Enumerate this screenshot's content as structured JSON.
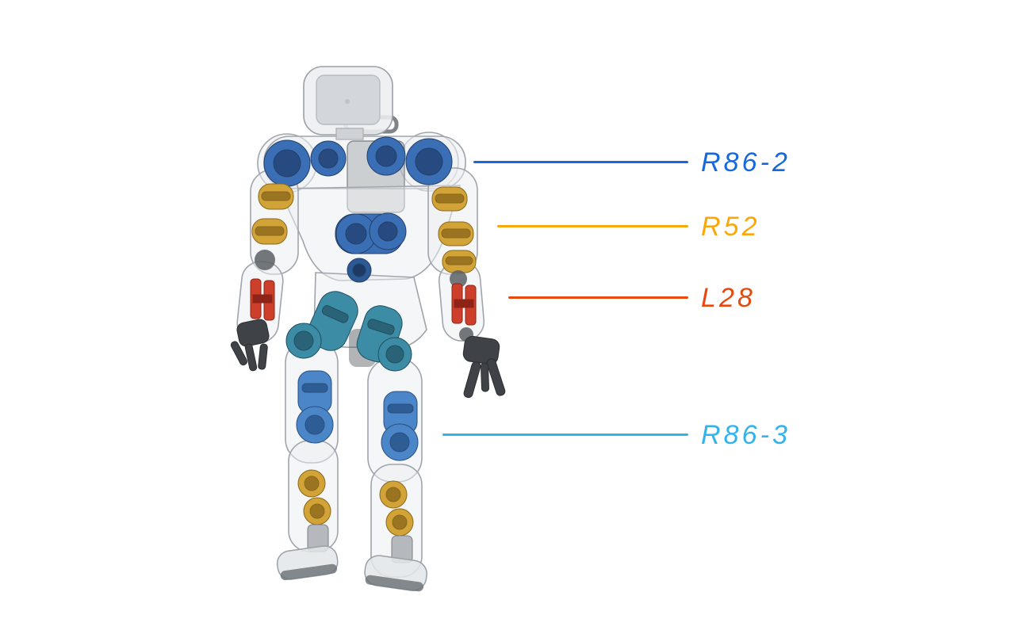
{
  "figure": {
    "background": "#ffffff",
    "illustration": {
      "name": "humanoid-robot-transparent-rear-view"
    }
  },
  "palette": {
    "blue_actuator": "#3a6fb5",
    "blue_actuator_dark": "#274b80",
    "knee_blue": "#4a86c8",
    "gold_actuator": "#d2a437",
    "gold_actuator_dark": "#9a7420",
    "red_actuator": "#cd3f2a",
    "teal_actuator": "#3d8ca6",
    "teal_actuator_dark": "#2a6377",
    "shell": "#eceef0",
    "shell_outline": "#a0a5ac"
  },
  "callouts": [
    {
      "id": "r86-2",
      "label": "R86-2",
      "color": "#1668dc"
    },
    {
      "id": "r52",
      "label": "R52",
      "color": "#f7a80a"
    },
    {
      "id": "l28",
      "label": "L28",
      "color": "#e8490f"
    },
    {
      "id": "r86-3",
      "label": "R86-3",
      "color": "#33b3ec"
    }
  ]
}
